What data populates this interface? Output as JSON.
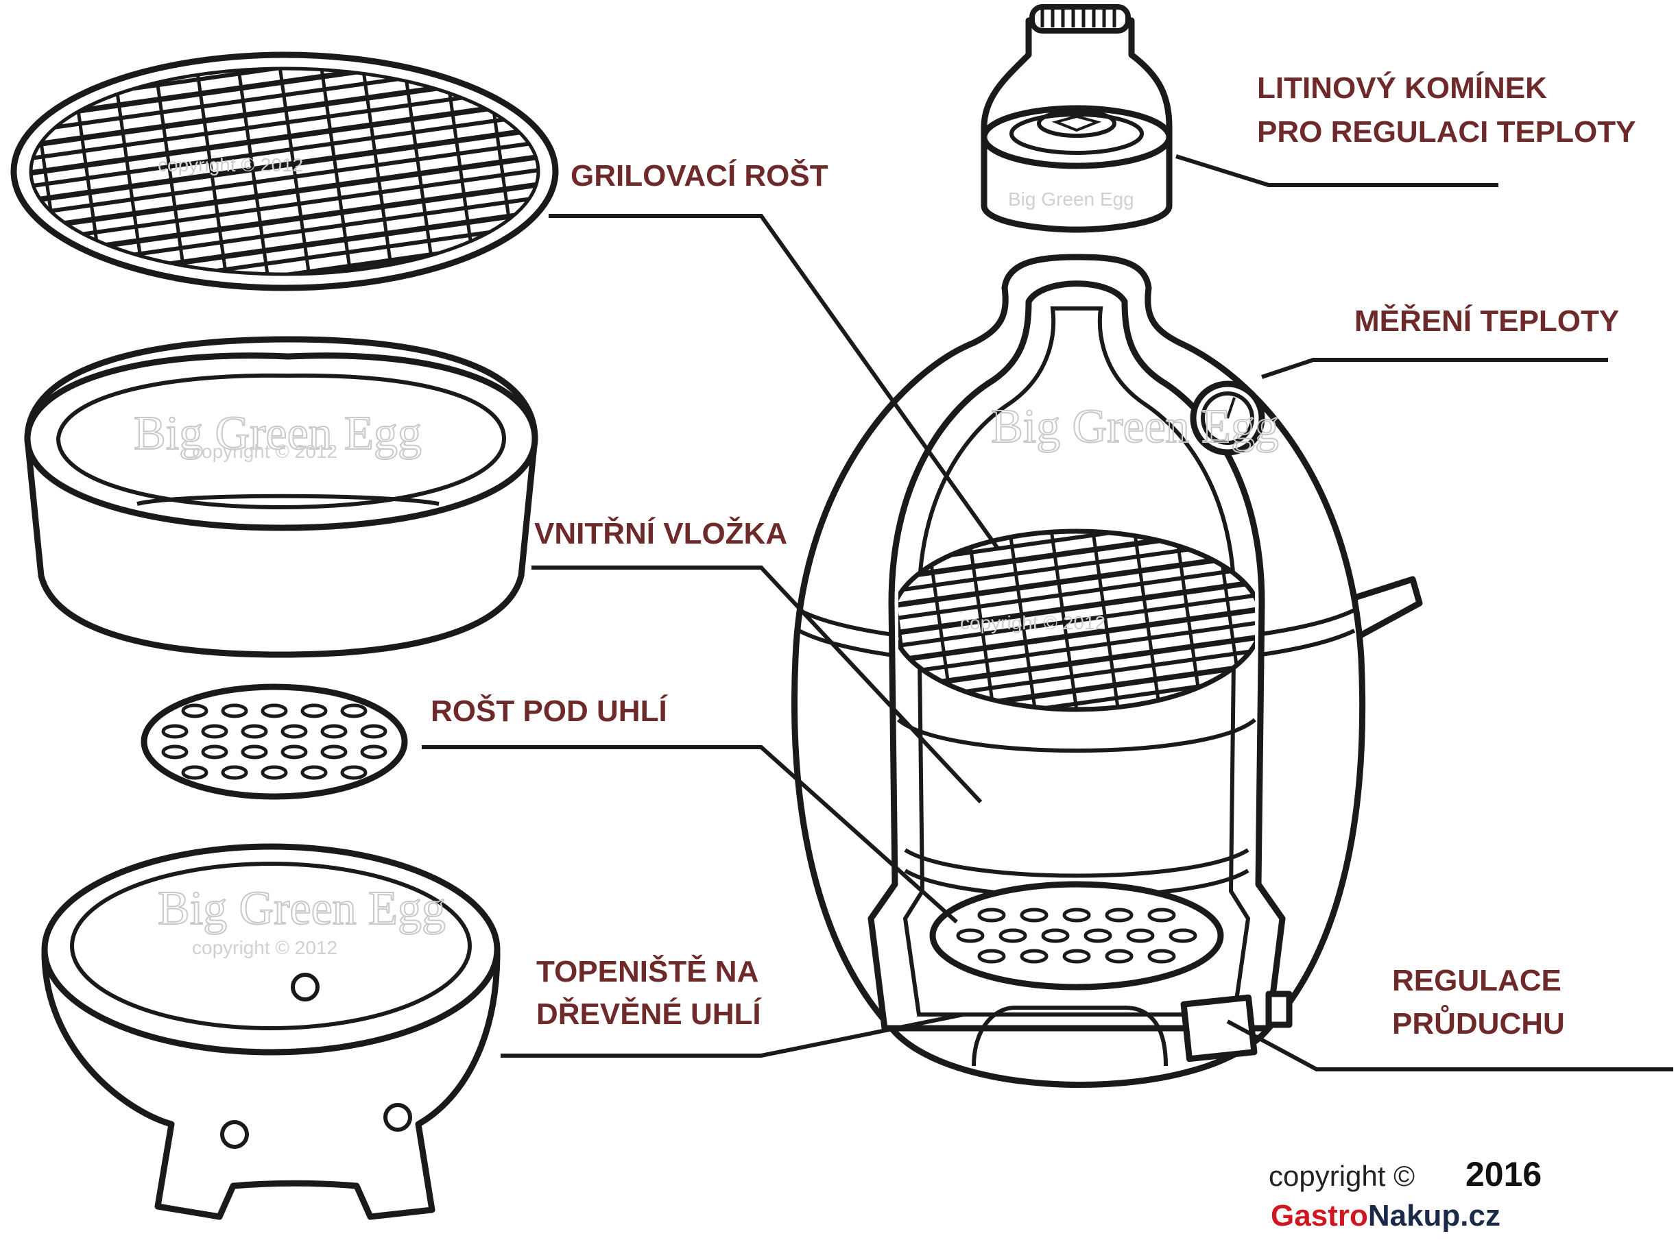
{
  "labels": {
    "chimney_line1": "LITINOVÝ KOMÍNEK",
    "chimney_line2": "PRO REGULACI TEPLOTY",
    "grid": "GRILOVACÍ  ROŠT",
    "thermometer": "MĚŘENÍ  TEPLOTY",
    "insert": "VNITŘNÍ  VLOŽKA",
    "charcoal_grate": "ROŠT POD UHLÍ",
    "firebox_line1": "TOPENIŠTĚ  NA",
    "firebox_line2": "DŘEVĚNÉ  UHLÍ",
    "vent_line1": "REGULACE",
    "vent_line2": "PRŮDUCHU"
  },
  "watermarks": {
    "brand": "Big Green Egg",
    "copyright": "copyright © 2012"
  },
  "footer": {
    "copyright_text": "copyright ©",
    "year": "2016",
    "site_part1": "Gastro",
    "site_part2": "Nakup.cz"
  },
  "colors": {
    "label": "#6e2a2a",
    "outline": "#1a1a1a",
    "site_part1": "#d0161f",
    "site_part2": "#1c2a4a"
  }
}
